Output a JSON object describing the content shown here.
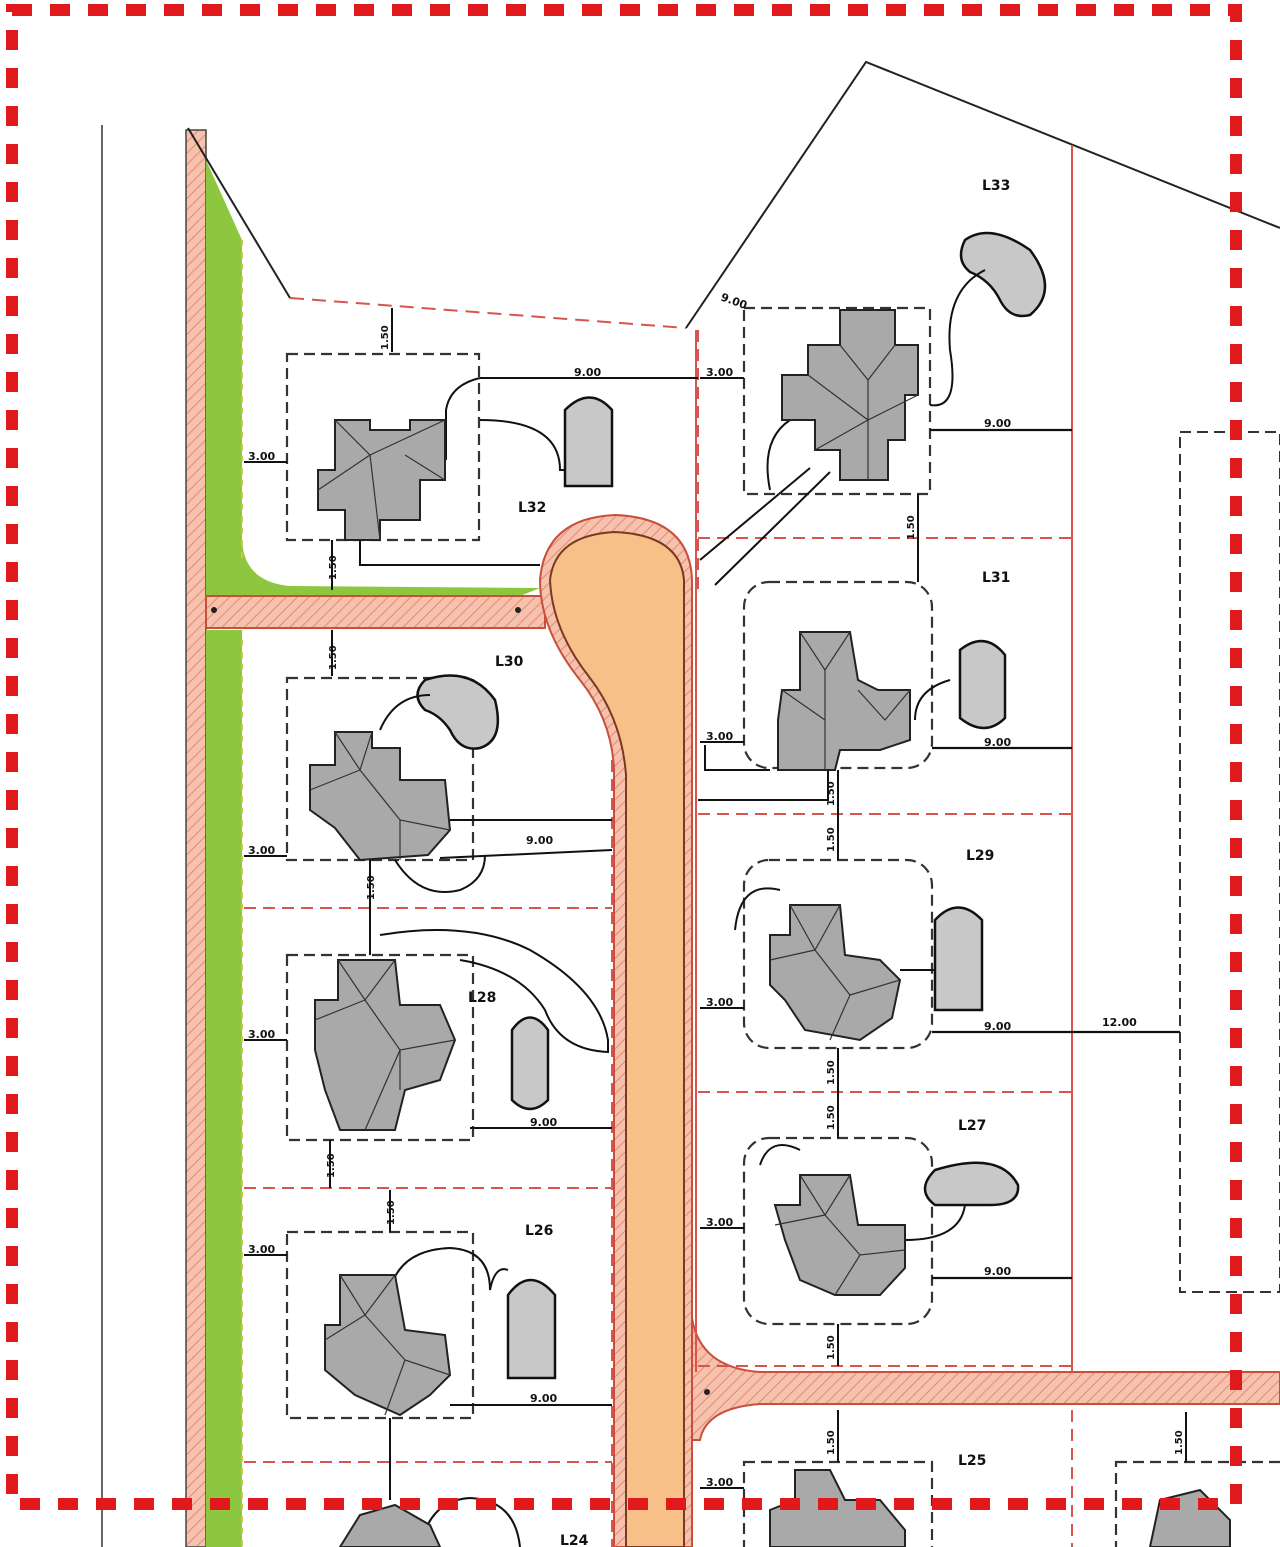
{
  "plan": {
    "lots": [
      {
        "id": "L32",
        "label": "L32",
        "side": "left"
      },
      {
        "id": "L30",
        "label": "L30",
        "side": "left"
      },
      {
        "id": "L28",
        "label": "L28",
        "side": "left"
      },
      {
        "id": "L26",
        "label": "L26",
        "side": "left"
      },
      {
        "id": "L24",
        "label": "L24",
        "side": "left"
      },
      {
        "id": "L33",
        "label": "L33",
        "side": "right"
      },
      {
        "id": "L31",
        "label": "L31",
        "side": "right"
      },
      {
        "id": "L29",
        "label": "L29",
        "side": "right"
      },
      {
        "id": "L27",
        "label": "L27",
        "side": "right"
      },
      {
        "id": "L25",
        "label": "L25",
        "side": "right"
      }
    ],
    "dimensions": {
      "setback_front": "3.00",
      "setback_side": "1.50",
      "rear": "9.00",
      "lot_depth": "12.00",
      "corner": "9.00"
    }
  },
  "colors": {
    "road": "#f7c089",
    "road_edge": "#c84f3b",
    "verge": "#f3b49c",
    "green_strip": "#8dc63f",
    "lot_line": "#d9534f",
    "boundary_dash": "#e0191c",
    "house": "#a9a9a9",
    "pool": "#c8c8c8"
  }
}
